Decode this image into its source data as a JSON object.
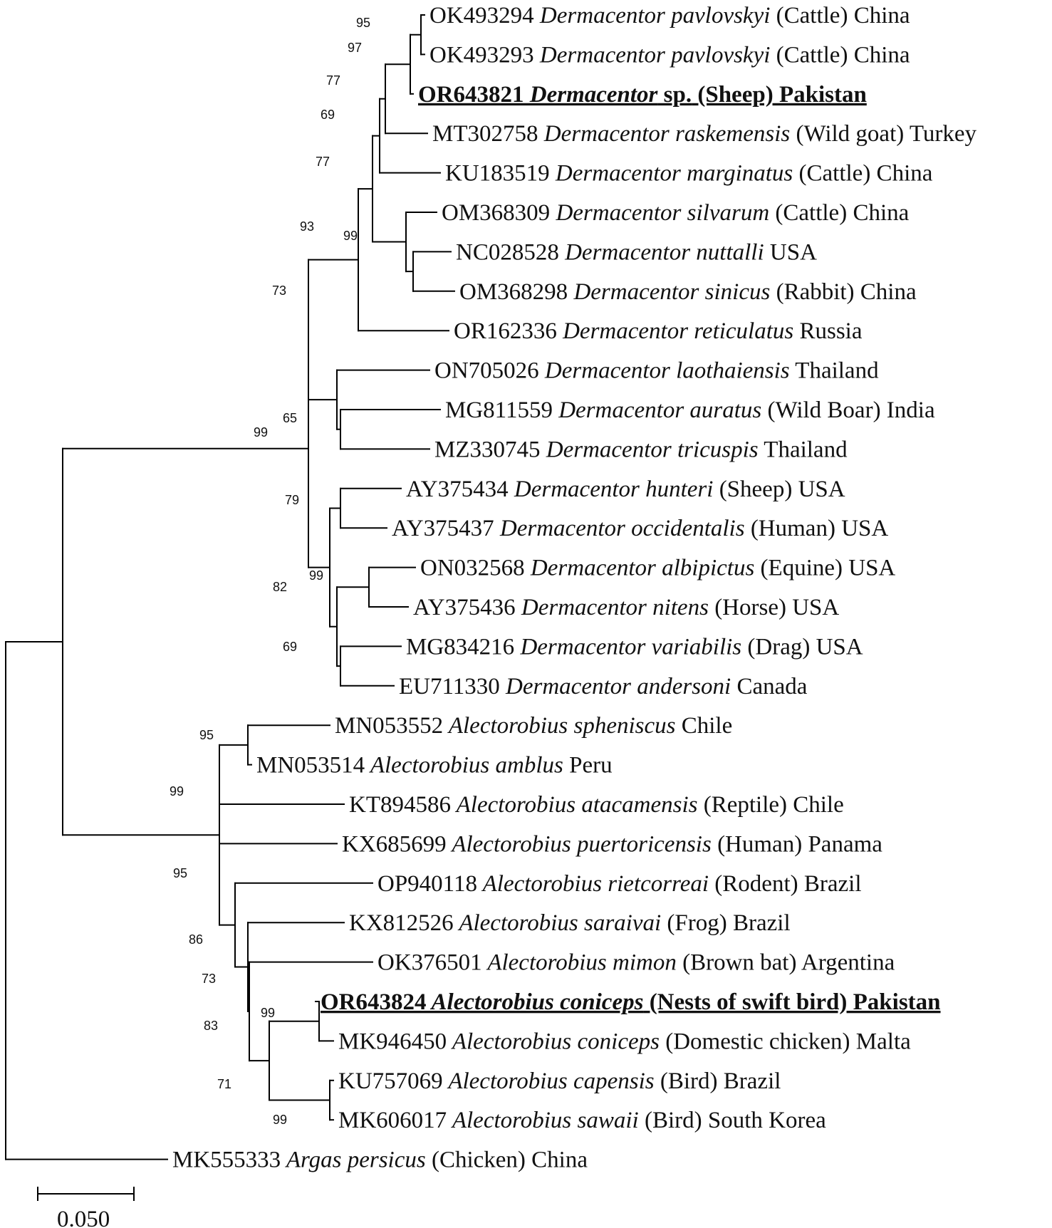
{
  "figure": {
    "scale_bar_label": "0.050"
  },
  "taxa": [
    {
      "acc": "OK493294",
      "species": "Dermacentor pavlovskyi",
      "suffix": " (Cattle) China"
    },
    {
      "acc": "OK493293",
      "species": "Dermacentor pavlovskyi",
      "suffix": " (Cattle) China"
    },
    {
      "acc": "OR643821",
      "species": "Dermacentor",
      "mid": " sp.",
      "suffix": " (Sheep) Pakistan",
      "highlight": true
    },
    {
      "acc": "MT302758",
      "species": "Dermacentor raskemensis",
      "suffix": " (Wild goat) Turkey"
    },
    {
      "acc": "KU183519",
      "species": "Dermacentor marginatus",
      "suffix": " (Cattle) China"
    },
    {
      "acc": "OM368309",
      "species": "Dermacentor silvarum",
      "suffix": " (Cattle) China"
    },
    {
      "acc": "NC028528",
      "species": "Dermacentor nuttalli",
      "suffix": " USA"
    },
    {
      "acc": "OM368298",
      "species": "Dermacentor sinicus",
      "suffix": " (Rabbit) China"
    },
    {
      "acc": "OR162336",
      "species": "Dermacentor reticulatus",
      "suffix": " Russia"
    },
    {
      "acc": "ON705026",
      "species": "Dermacentor laothaiensis",
      "suffix": " Thailand"
    },
    {
      "acc": "MG811559",
      "species": "Dermacentor auratus",
      "suffix": " (Wild Boar) India"
    },
    {
      "acc": "MZ330745",
      "species": "Dermacentor tricuspis",
      "suffix": " Thailand"
    },
    {
      "acc": "AY375434",
      "species": "Dermacentor hunteri",
      "suffix": " (Sheep) USA"
    },
    {
      "acc": "AY375437",
      "species": "Dermacentor occidentalis",
      "suffix": " (Human) USA"
    },
    {
      "acc": "ON032568",
      "species": "Dermacentor albipictus",
      "suffix": " (Equine) USA"
    },
    {
      "acc": "AY375436",
      "species": "Dermacentor nitens",
      "suffix": " (Horse) USA"
    },
    {
      "acc": "MG834216",
      "species": "Dermacentor variabilis",
      "suffix": " (Drag) USA"
    },
    {
      "acc": "EU711330",
      "species": "Dermacentor andersoni",
      "suffix": " Canada"
    },
    {
      "acc": "MN053552",
      "species": "Alectorobius spheniscus",
      "suffix": " Chile"
    },
    {
      "acc": "MN053514",
      "species": "Alectorobius amblus",
      "suffix": " Peru"
    },
    {
      "acc": "KT894586",
      "species": "Alectorobius atacamensis",
      "suffix": " (Reptile) Chile"
    },
    {
      "acc": "KX685699",
      "species": "Alectorobius puertoricensis",
      "suffix": " (Human) Panama"
    },
    {
      "acc": "OP940118",
      "species": "Alectorobius rietcorreai",
      "suffix": " (Rodent) Brazil"
    },
    {
      "acc": "KX812526",
      "species": "Alectorobius saraivai",
      "suffix": " (Frog) Brazil"
    },
    {
      "acc": "OK376501",
      "species": "Alectorobius mimon",
      "suffix": " (Brown bat) Argentina"
    },
    {
      "acc": "OR643824",
      "species": "Alectorobius coniceps",
      "suffix": " (Nests of swift bird) Pakistan",
      "highlight": true
    },
    {
      "acc": "MK946450",
      "species": "Alectorobius coniceps",
      "suffix": " (Domestic chicken) Malta"
    },
    {
      "acc": "KU757069",
      "species": "Alectorobius capensis",
      "suffix": " (Bird) Brazil"
    },
    {
      "acc": "MK606017",
      "species": "Alectorobius sawaii",
      "suffix": " (Bird) South Korea"
    },
    {
      "acc": "MK555333",
      "species": "Argas persicus",
      "suffix": " (Chicken) China"
    }
  ],
  "bootstrap": [
    "95",
    "97",
    "77",
    "69",
    "77",
    "99",
    "93",
    "73",
    "65",
    "99",
    "79",
    "82",
    "99",
    "69",
    "95",
    "99",
    "95",
    "86",
    "73",
    "99",
    "83",
    "71",
    "99"
  ]
}
